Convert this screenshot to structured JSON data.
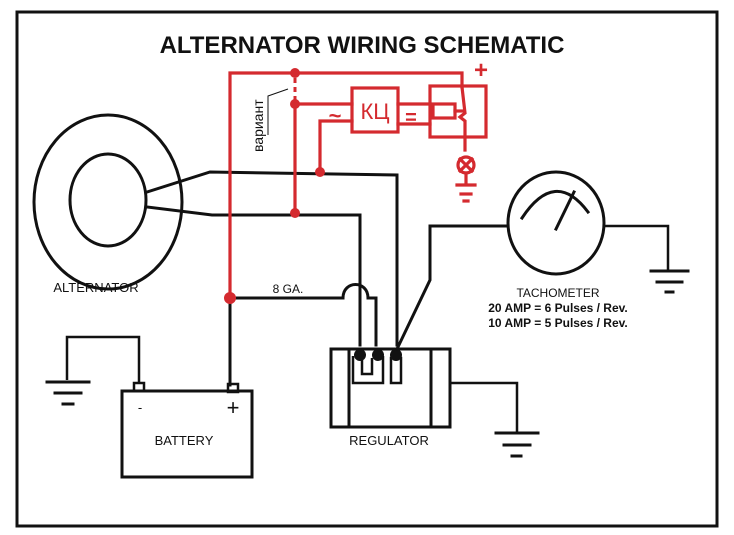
{
  "title": "ALTERNATOR WIRING SCHEMATIC",
  "components": {
    "alternator": {
      "label": "ALTERNATOR"
    },
    "battery": {
      "label": "BATTERY",
      "negative_symbol": "-",
      "positive_symbol": "+"
    },
    "regulator": {
      "label": "REGULATOR"
    },
    "tachometer": {
      "label": "TACHOMETER",
      "notes": [
        "20 AMP = 6 Pulses / Rev.",
        "10 AMP = 5 Pulses / Rev."
      ]
    },
    "wire_gauge": {
      "label": "8 GA."
    }
  },
  "overlay": {
    "color": "#d42a2f",
    "variant_label": "вариант",
    "kc_block_label": "КЦ",
    "ac_symbol": "~",
    "dc_symbol": "=",
    "plus_symbol": "+"
  },
  "colors": {
    "wire": "#111111",
    "overlay": "#d42a2f",
    "background": "#ffffff"
  }
}
